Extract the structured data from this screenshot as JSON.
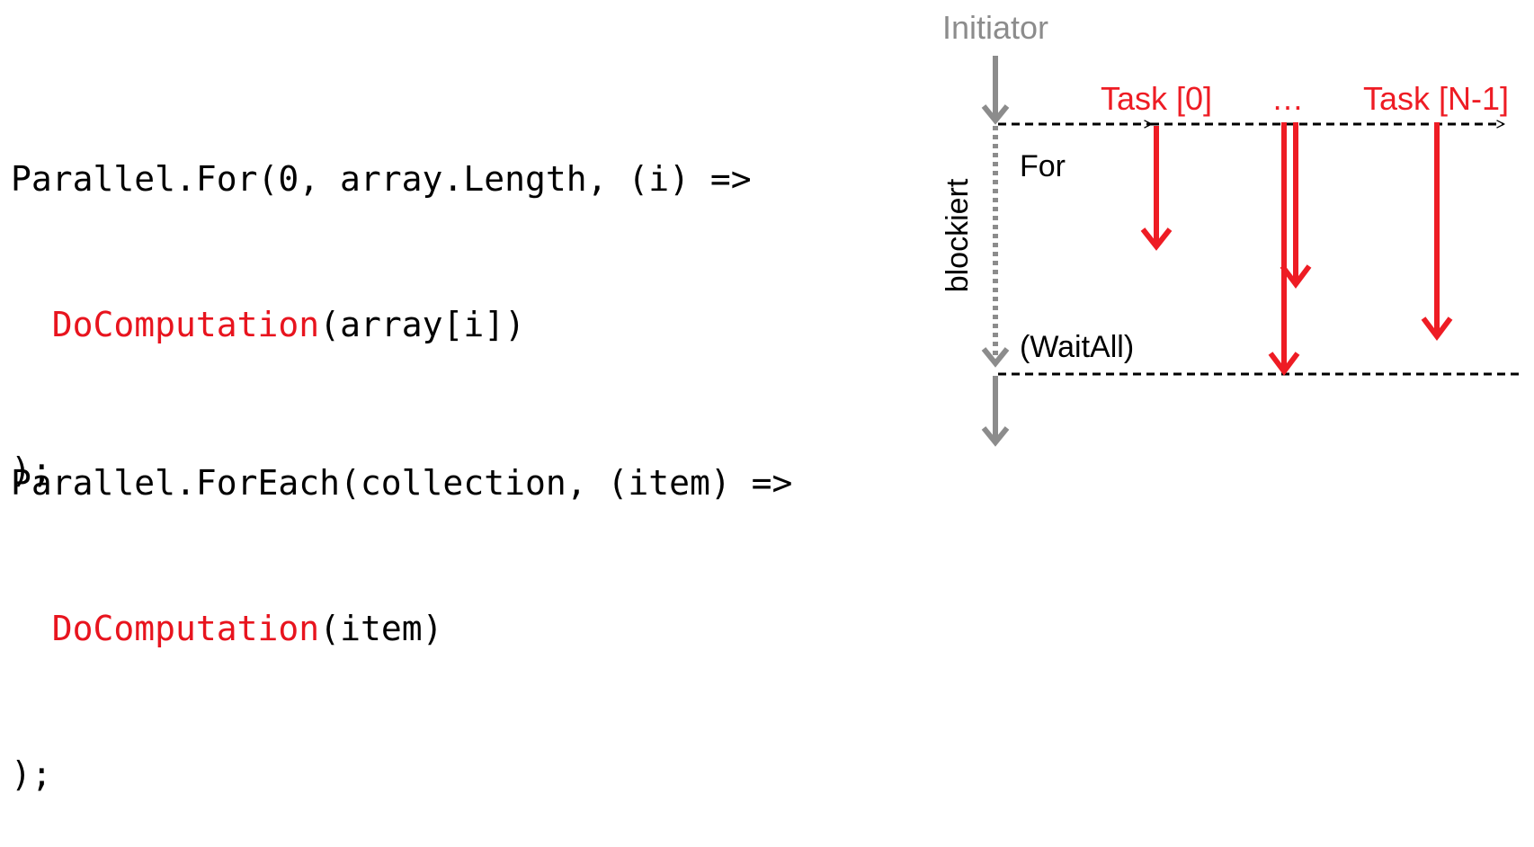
{
  "code_for": {
    "line1": "Parallel.For(0, array.Length, (i) =>",
    "line2_indent": "  ",
    "line2_fn": "DoComputation",
    "line2_rest": "(array[i])",
    "line3": ");"
  },
  "code_foreach": {
    "line1": "Parallel.ForEach(collection, (item) =>",
    "line2_indent": "  ",
    "line2_fn": "DoComputation",
    "line2_rest": "(item)",
    "line3": ");"
  },
  "diagram": {
    "initiator_label": "Initiator",
    "task_first_label": "Task [0]",
    "ellipsis_label": "…",
    "task_last_label": "Task [N-1]",
    "for_label": "For",
    "blocked_label": "blockiert",
    "waitall_label": "(WaitAll)",
    "colors": {
      "initiator": "#8c8c8c",
      "task": "#ee1c24",
      "text": "#000000"
    }
  }
}
